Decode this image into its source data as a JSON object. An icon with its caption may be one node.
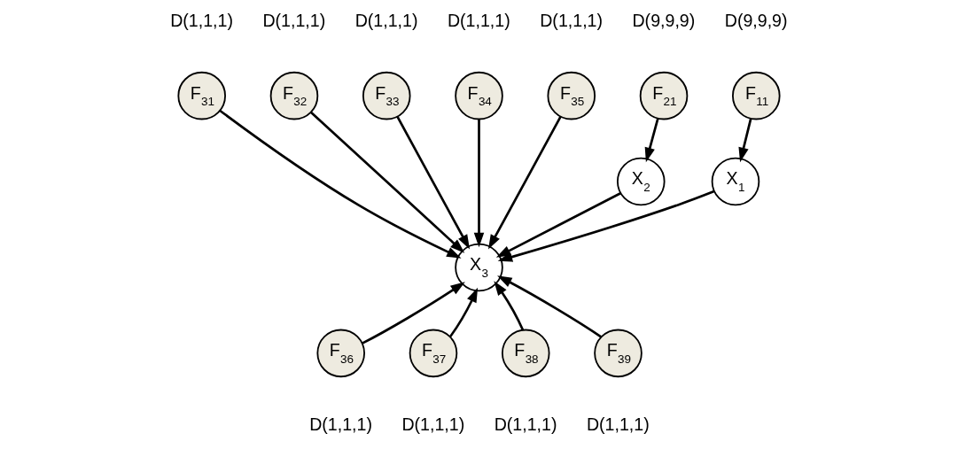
{
  "diagram": {
    "nodes": [
      {
        "text": [
          "F$_{11}$"
        ],
        "beside": [
          "D(9,9,9)"
        ]
      },
      {
        "text": [
          "F$_{31}$"
        ],
        "beside": [
          "D(1,1,1)"
        ]
      },
      {
        "text": [
          "F$_{32}$"
        ],
        "beside": [
          "D(1,1,1)"
        ]
      },
      {
        "text": [
          "F$_{33}$"
        ],
        "beside": [
          "D(1,1,1)"
        ]
      },
      {
        "text": [
          "F$_{34}$"
        ],
        "beside": [
          "D(1,1,1)"
        ]
      },
      {
        "text": [
          "F$_{35}$"
        ],
        "beside": [
          "D(1,1,1)"
        ]
      },
      {
        "text": [
          "F$_{21}$"
        ],
        "beside": [
          "D(9,9,9)"
        ]
      },
      {
        "text": [
          "X$_{1}$"
        ]
      },
      {
        "text": [
          "X$_{2}$"
        ]
      },
      {
        "text": [
          "X$_{3}$"
        ]
      },
      {
        "text": [
          "F$_{36}$"
        ],
        "beside": [
          "D(1,1,1)"
        ]
      },
      {
        "text": [
          "F$_{37}$"
        ],
        "beside": [
          "D(1,1,1)"
        ]
      },
      {
        "text": [
          "F$_{38}$"
        ],
        "beside": [
          "D(1,1,1)"
        ]
      },
      {
        "text": [
          "F$_{39}$"
        ],
        "beside": [
          "D(1,1,1)"
        ]
      }
    ],
    "edges": [
      {
        "from": 0,
        "to": 7,
        "arrow": "to"
      },
      {
        "from": 1,
        "to": 9,
        "arrow": "to"
      },
      {
        "from": 2,
        "to": 9,
        "arrow": "to"
      },
      {
        "from": 3,
        "to": 9,
        "arrow": "to"
      },
      {
        "from": 4,
        "to": 9,
        "arrow": "to"
      },
      {
        "from": 5,
        "to": 9,
        "arrow": "to"
      },
      {
        "from": 6,
        "to": 8,
        "arrow": "to"
      },
      {
        "from": 7,
        "to": 9,
        "arrow": "to"
      },
      {
        "from": 8,
        "to": 9,
        "arrow": "to"
      },
      {
        "from": 10,
        "to": 9,
        "arrow": "to"
      },
      {
        "from": 11,
        "to": 9,
        "arrow": "to"
      },
      {
        "from": 12,
        "to": 9,
        "arrow": "to"
      },
      {
        "from": 13,
        "to": 9,
        "arrow": "to"
      }
    ]
  }
}
